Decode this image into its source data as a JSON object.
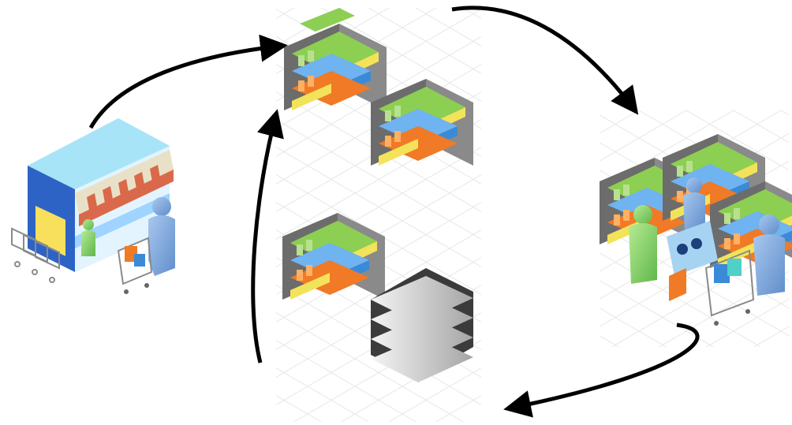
{
  "diagram": {
    "kind": "cycle",
    "stages": [
      {
        "id": "store",
        "icon": "store-icon",
        "description_visible_text": ""
      },
      {
        "id": "stocked-shelves",
        "icon": "stocked-shelves-icon",
        "description_visible_text": ""
      },
      {
        "id": "shoppers-in-aisles",
        "icon": "shoppers-icon",
        "description_visible_text": ""
      },
      {
        "id": "restock-shelves",
        "icon": "restock-shelves-icon",
        "description_visible_text": ""
      }
    ],
    "flow": [
      "store",
      "stocked-shelves",
      "shoppers-in-aisles",
      "restock-shelves",
      "stocked-shelves"
    ]
  },
  "colors": {
    "arrow": "#000000",
    "store_wall": "#3b7bd8",
    "store_roof": "#9ee0f5",
    "awning_red": "#d9694a",
    "person_blue": "#7fa9db",
    "person_green": "#7fcf5f",
    "shelf_gray": "#6e6e6e",
    "product_green": "#8ccf52",
    "product_blue": "#6fb3f0",
    "product_yellow": "#f3e35a",
    "product_orange": "#f07a25",
    "grid_line": "#e3e3e3"
  }
}
